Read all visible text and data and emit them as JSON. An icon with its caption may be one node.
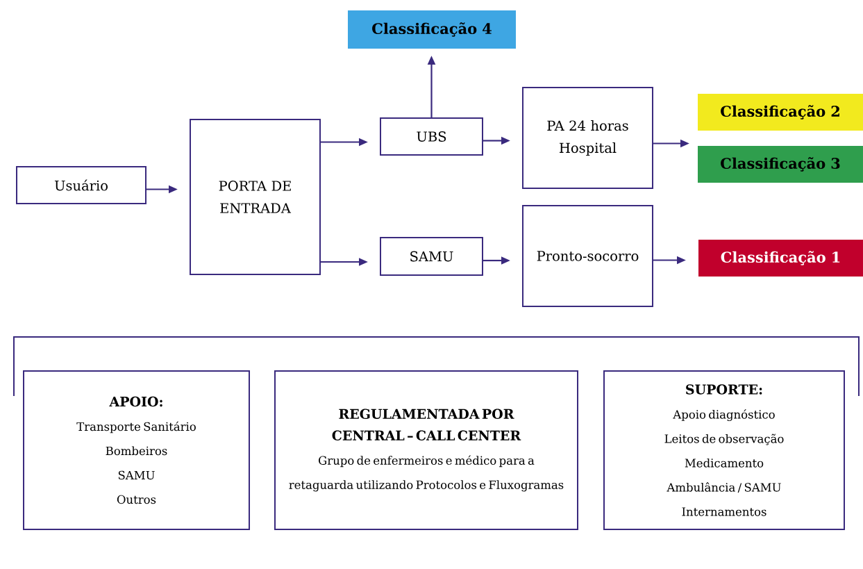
{
  "diagram": {
    "nodes": [
      {
        "text": [
          "Usuário"
        ]
      },
      {
        "text": [
          "PORTA DE ENTRADA"
        ]
      },
      {
        "text": [
          "UBS"
        ]
      },
      {
        "text": [
          "SAMU"
        ]
      },
      {
        "text": [
          "Classificação 4"
        ]
      },
      {
        "text": [
          "PA 24 horas Hospital"
        ]
      },
      {
        "text": [
          "Pronto-socorro"
        ]
      },
      {
        "text": [
          "Classificação 2"
        ]
      },
      {
        "text": [
          "Classificação 3"
        ]
      },
      {
        "text": [
          "Classificação 1"
        ]
      },
      {
        "text": [
          "APOIO:",
          "Transporte Sanitário",
          "Bombeiros",
          "SAMU",
          "Outros"
        ]
      },
      {
        "text": [
          "REGULAMENTADA POR CENTRAL – CALL CENTER",
          "Grupo de enfermeiros e médico para a retaguarda utilizando Protocolos e Fluxogramas"
        ]
      },
      {
        "text": [
          "SUPORTE:",
          "Apoio diagnóstico",
          "Leitos de observação",
          "Medicamento",
          "Ambulância / SAMU",
          "Internamentos"
        ]
      }
    ],
    "edges": [
      {
        "from": 0,
        "to": 1,
        "arrow": "to"
      },
      {
        "from": 1,
        "to": 2,
        "arrow": "to"
      },
      {
        "from": 1,
        "to": 3,
        "arrow": "to"
      },
      {
        "from": 2,
        "to": 4,
        "arrow": "to"
      },
      {
        "from": 2,
        "to": 5,
        "arrow": "to"
      },
      {
        "from": 3,
        "to": 6,
        "arrow": "to"
      },
      {
        "from": 5,
        "to": null,
        "arrow": "to"
      },
      {
        "from": 6,
        "to": 9,
        "arrow": "to"
      }
    ]
  }
}
